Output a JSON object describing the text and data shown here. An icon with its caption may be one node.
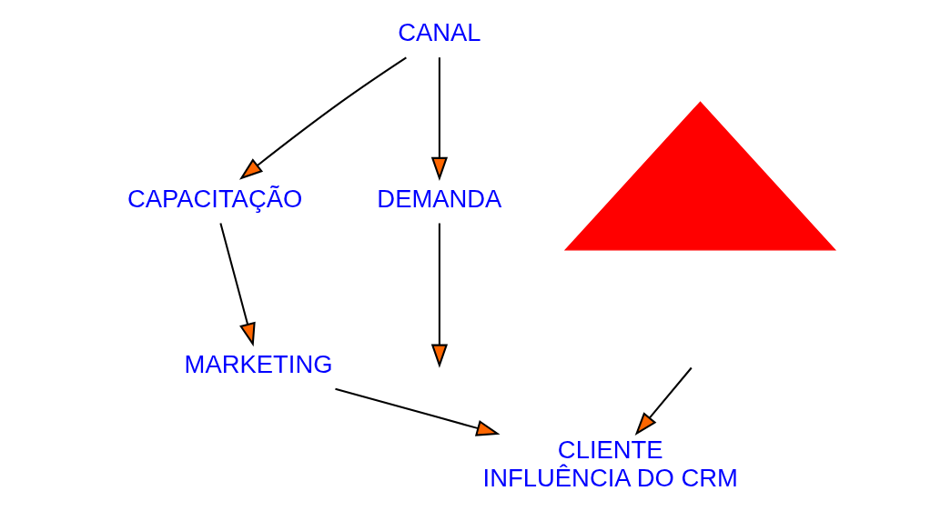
{
  "diagram": {
    "nodes": [
      {
        "text": [
          "CANAL"
        ]
      },
      {
        "text": [
          "CAPACITAÇÃO"
        ]
      },
      {
        "text": [
          "MARKETING"
        ]
      },
      {
        "text": [
          "DEMANDA"
        ]
      },
      {
        "text": [],
        "shape": "triangle"
      },
      {
        "text": [
          "CLIENTE",
          "INFLUÊNCIA DO CRM"
        ]
      }
    ],
    "edges": [
      {
        "from": 0,
        "to": 1,
        "arrow": "to"
      },
      {
        "from": 1,
        "to": 2,
        "arrow": "to"
      },
      {
        "from": 2,
        "to": 5,
        "arrow": "to"
      },
      {
        "from": 0,
        "to": 3,
        "arrow": "to"
      },
      {
        "from": 3,
        "to": null,
        "arrow": "to"
      },
      {
        "from": null,
        "to": 5,
        "arrow": "to"
      }
    ]
  }
}
